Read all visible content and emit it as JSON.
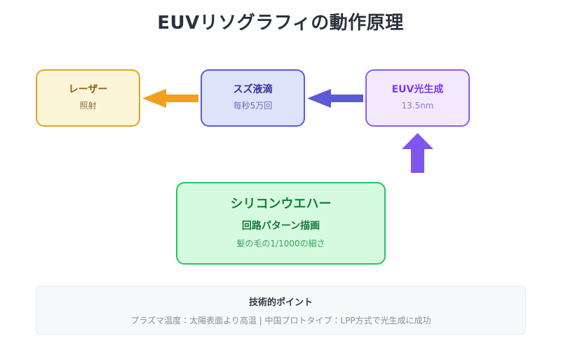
{
  "page": {
    "title": "EUVリソグラフィの動作原理",
    "background_color": "#ffffff",
    "title_color": "#2b323c"
  },
  "diagram": {
    "type": "flow-diagram",
    "nodes": [
      {
        "id": "laser",
        "title": "レーザー",
        "subtitle": "照射",
        "border_color": "#e0a526",
        "fill_color": "#fdf5d9",
        "title_color": "#92600e",
        "subtitle_color": "#8a7340"
      },
      {
        "id": "tin-droplet",
        "title": "スズ液滴",
        "subtitle": "毎秒5万回",
        "border_color": "#5b5bd6",
        "fill_color": "#dde3f9",
        "title_color": "#37309e",
        "subtitle_color": "#6b6fc2"
      },
      {
        "id": "euv-generation",
        "title": "EUV光生成",
        "subtitle": "13.5nm",
        "border_color": "#8b5cf6",
        "fill_color": "#f3e9fd",
        "title_color": "#7c3aed",
        "subtitle_color": "#9a72e0"
      },
      {
        "id": "silicon-wafer",
        "title": "シリコンウエハー",
        "subtitle": "回路パターン描画",
        "subtitle2": "髪の毛の1/1000の細さ",
        "border_color": "#22c55e",
        "fill_color": "#d6fadf",
        "title_color": "#15803d",
        "subtitle_color": "#1a7a3c",
        "subtitle2_color": "#3ca264"
      }
    ],
    "arrows": [
      {
        "id": "tin-to-laser",
        "from": "tin-droplet",
        "to": "laser",
        "direction": "left",
        "color": "#f0a01e"
      },
      {
        "id": "euv-to-tin",
        "from": "euv-generation",
        "to": "tin-droplet",
        "direction": "left",
        "color": "#5b5bd6"
      },
      {
        "id": "wafer-to-euv",
        "from": "silicon-wafer",
        "to": "euv-generation",
        "direction": "up",
        "color": "#7f56f0"
      }
    ]
  },
  "footer": {
    "title": "技術的ポイント",
    "text": "プラズマ温度：太陽表面より高温 | 中国プロトタイプ：LPP方式で光生成に成功",
    "background_color": "#f7f8fa",
    "border_color": "#e8eaed",
    "title_color": "#343a46",
    "text_color": "#8a8f99"
  }
}
